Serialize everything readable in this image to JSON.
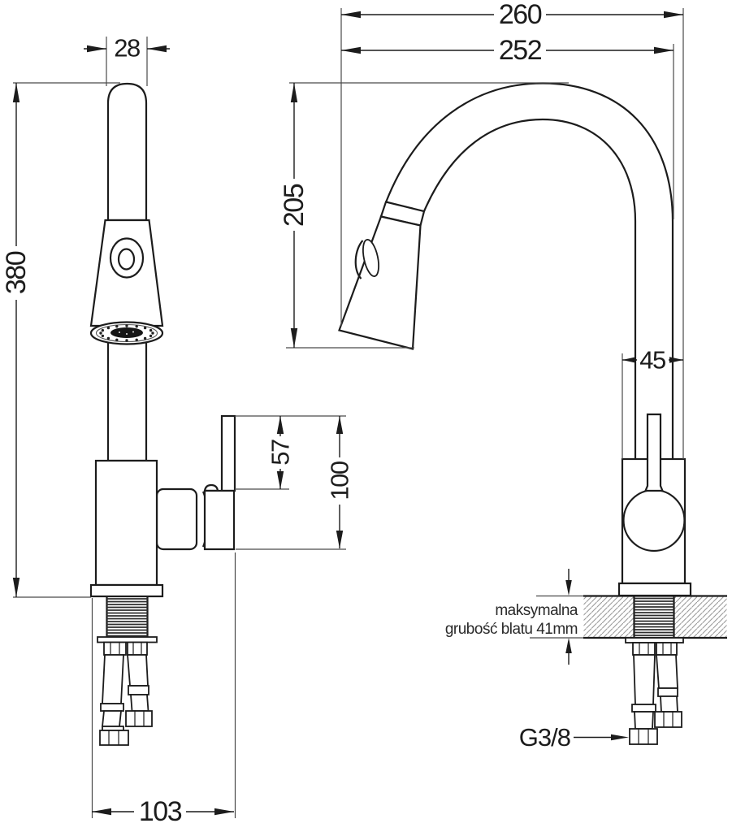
{
  "drawing": {
    "type": "technical-dimension-drawing",
    "subject": "pull-out kitchen faucet, front and side views with installation cross-section",
    "units": "mm",
    "colors": {
      "background": "#ffffff",
      "line": "#1c1c1c",
      "extension_line": "#4a4a4a",
      "hatch": "#9a9a9a"
    },
    "dimensions": {
      "overall_depth": "260",
      "spout_reach": "252",
      "spout_diameter": "28",
      "spout_clearance_height": "205",
      "total_height": "380",
      "body_depth": "45",
      "lever_height": "57",
      "lever_top_to_body_bottom": "100",
      "base_assembly_depth": "103"
    },
    "annotations": {
      "countertop_note_line1": "maksymalna",
      "countertop_note_line2": "grubość blatu 41mm",
      "thread_size": "G3/8"
    }
  }
}
